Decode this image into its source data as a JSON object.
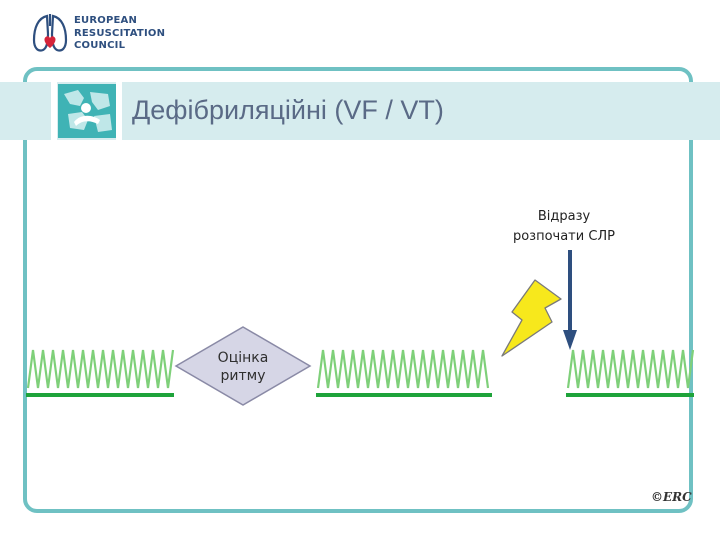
{
  "logo": {
    "lines": [
      "EUROPEAN",
      "RESUSCITATION",
      "COUNCIL"
    ],
    "icon": "lungs-heart-icon",
    "color": "#2e4f7f",
    "heart_color": "#d5243a"
  },
  "header": {
    "title": "Дефібриляційні  (VF / VT)",
    "icon": "rescuer-map-icon",
    "band_color": "#d6ecee",
    "frame_color": "#6fc1c3"
  },
  "diagram": {
    "cpr_label_lines": [
      "Відразу",
      "розпочати СЛР"
    ],
    "rhythm_check_lines": [
      "Оцінка",
      "ритму"
    ],
    "shock_icon": "lightning-bolt-icon",
    "arrow_icon": "down-arrow-icon",
    "ecg_icon": "fibrillation-wave-icon",
    "colors": {
      "ecg_wave": "#7fd07a",
      "baseline": "#1ea33a",
      "diamond_fill": "#d6d6e6",
      "bolt_fill": "#f7e81c",
      "arrow": "#2e4f7f"
    }
  },
  "footer": {
    "mark": "©ERC"
  }
}
